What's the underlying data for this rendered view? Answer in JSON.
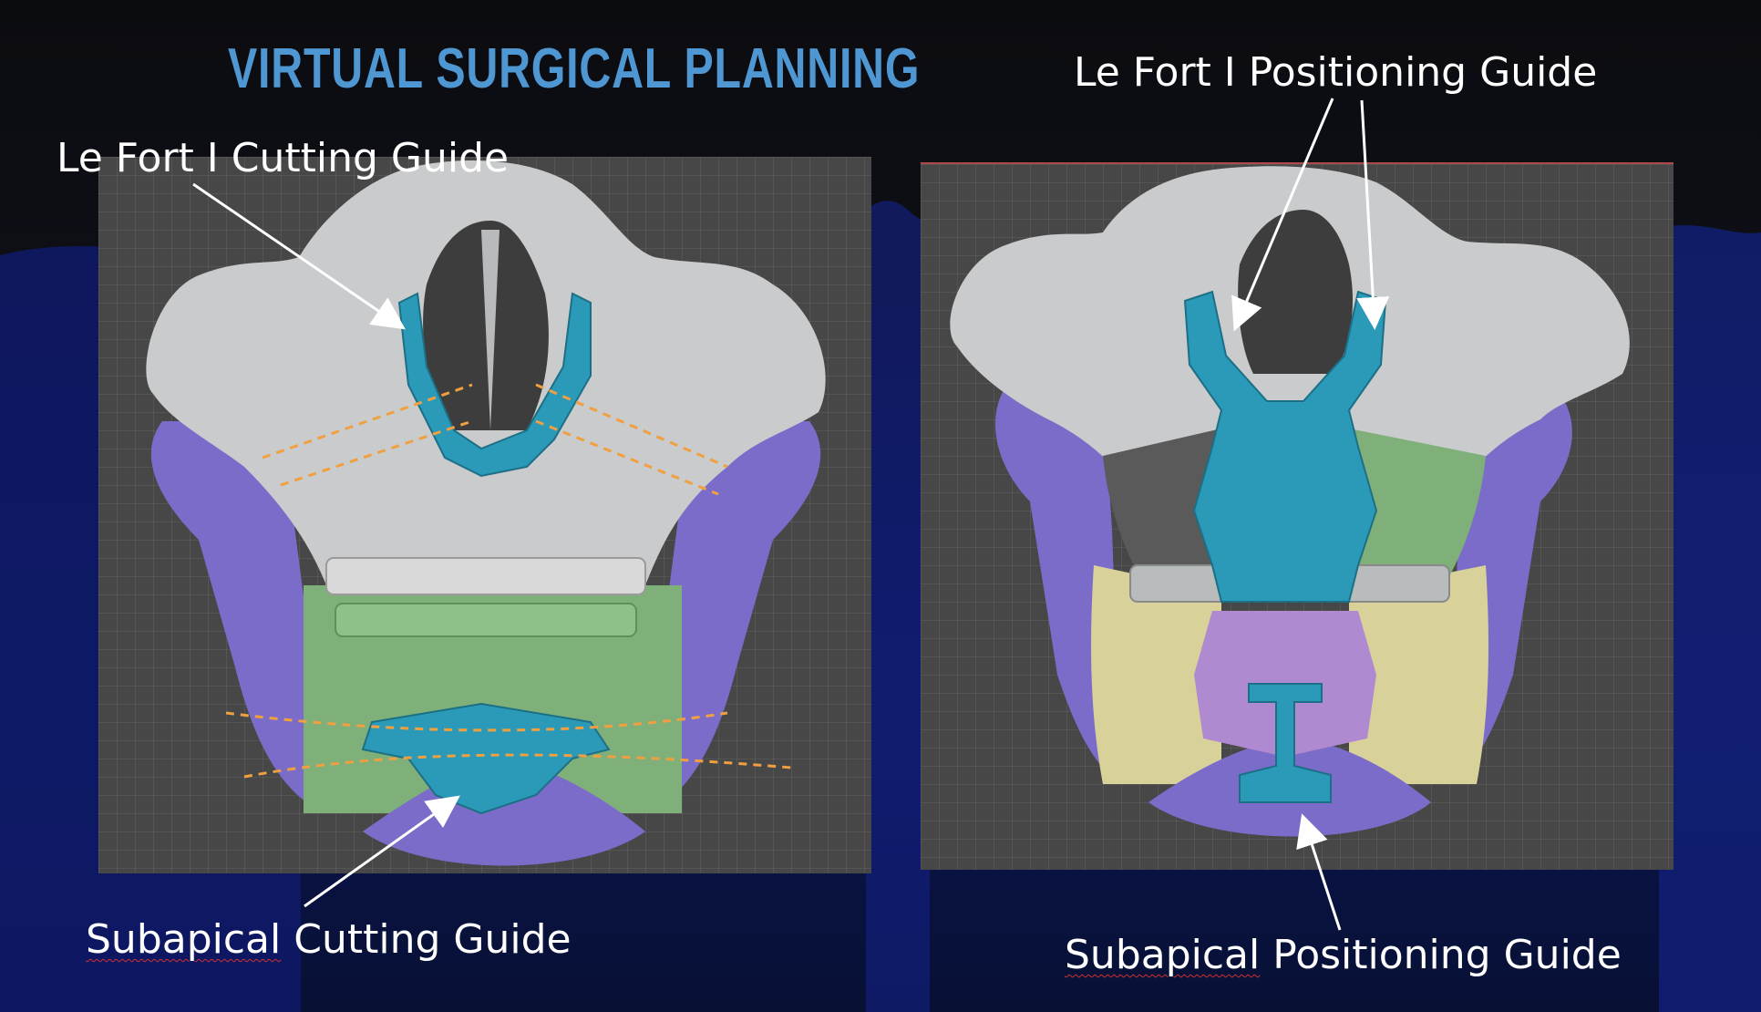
{
  "slide": {
    "title": "VIRTUAL SURGICAL PLANNING"
  },
  "labels": {
    "lefort_cutting": "Le Fort I Cutting Guide",
    "lefort_positioning": "Le Fort I Positioning Guide",
    "subapical_cutting_word1": "Subapical",
    "subapical_cutting_rest": " Cutting Guide",
    "subapical_positioning_word1": "Subapical",
    "subapical_positioning_rest": " Positioning Guide"
  },
  "colors": {
    "title": "#4f97d3",
    "bone": "#c9cbcc",
    "guide": "#2a9ab8",
    "mandible": "#7a6cc8",
    "maxilla_segment": "#7fb07a",
    "chin_segment": "#d8d29a",
    "cut_line": "#f0a040",
    "viewport": "#474747"
  }
}
